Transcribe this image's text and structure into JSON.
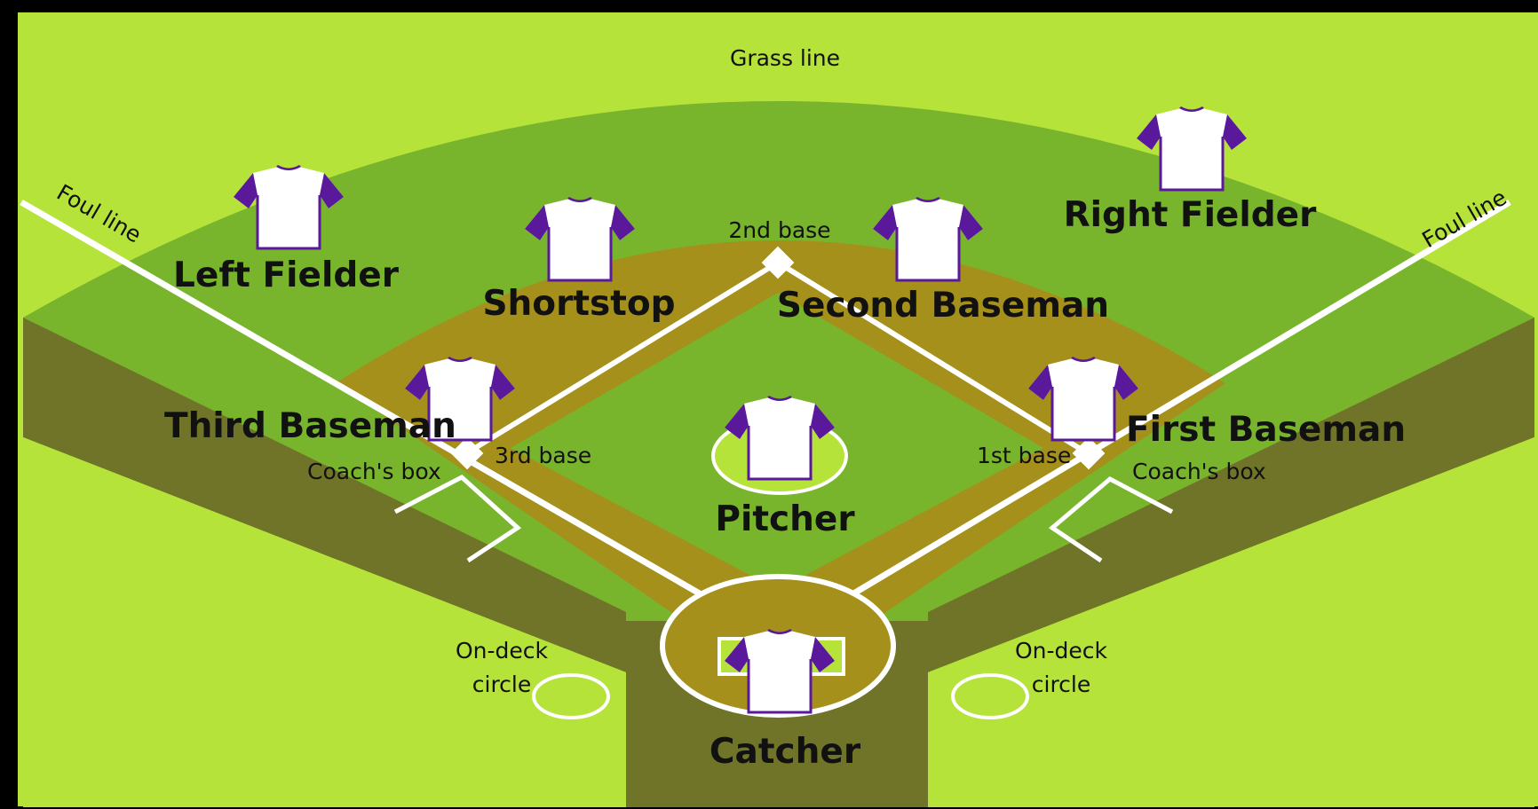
{
  "labels": {
    "grass_line": "Grass line",
    "foul_line_left": "Foul line",
    "foul_line_right": "Foul line",
    "second_base": "2nd base",
    "third_base": "3rd base",
    "first_base": "1st base",
    "coach_box_left": "Coach's box",
    "coach_box_right": "Coach's box",
    "on_deck_left_1": "On-deck",
    "on_deck_left_2": "circle",
    "on_deck_right_1": "On-deck",
    "on_deck_right_2": "circle"
  },
  "positions": {
    "left_fielder": "Left Fielder",
    "right_fielder": "Right Fielder",
    "shortstop": "Shortstop",
    "second_baseman": "Second Baseman",
    "third_baseman": "Third Baseman",
    "first_baseman": "First Baseman",
    "pitcher": "Pitcher",
    "catcher": "Catcher"
  },
  "colors": {
    "border": "#000000",
    "background_lime": "#b5e33a",
    "field_green": "#78b52d",
    "infield_dirt": "#a4901a",
    "foul_territory": "#6f7428",
    "chalk": "#ffffff",
    "jersey_body": "#ffffff",
    "jersey_sleeve": "#5a189a"
  }
}
